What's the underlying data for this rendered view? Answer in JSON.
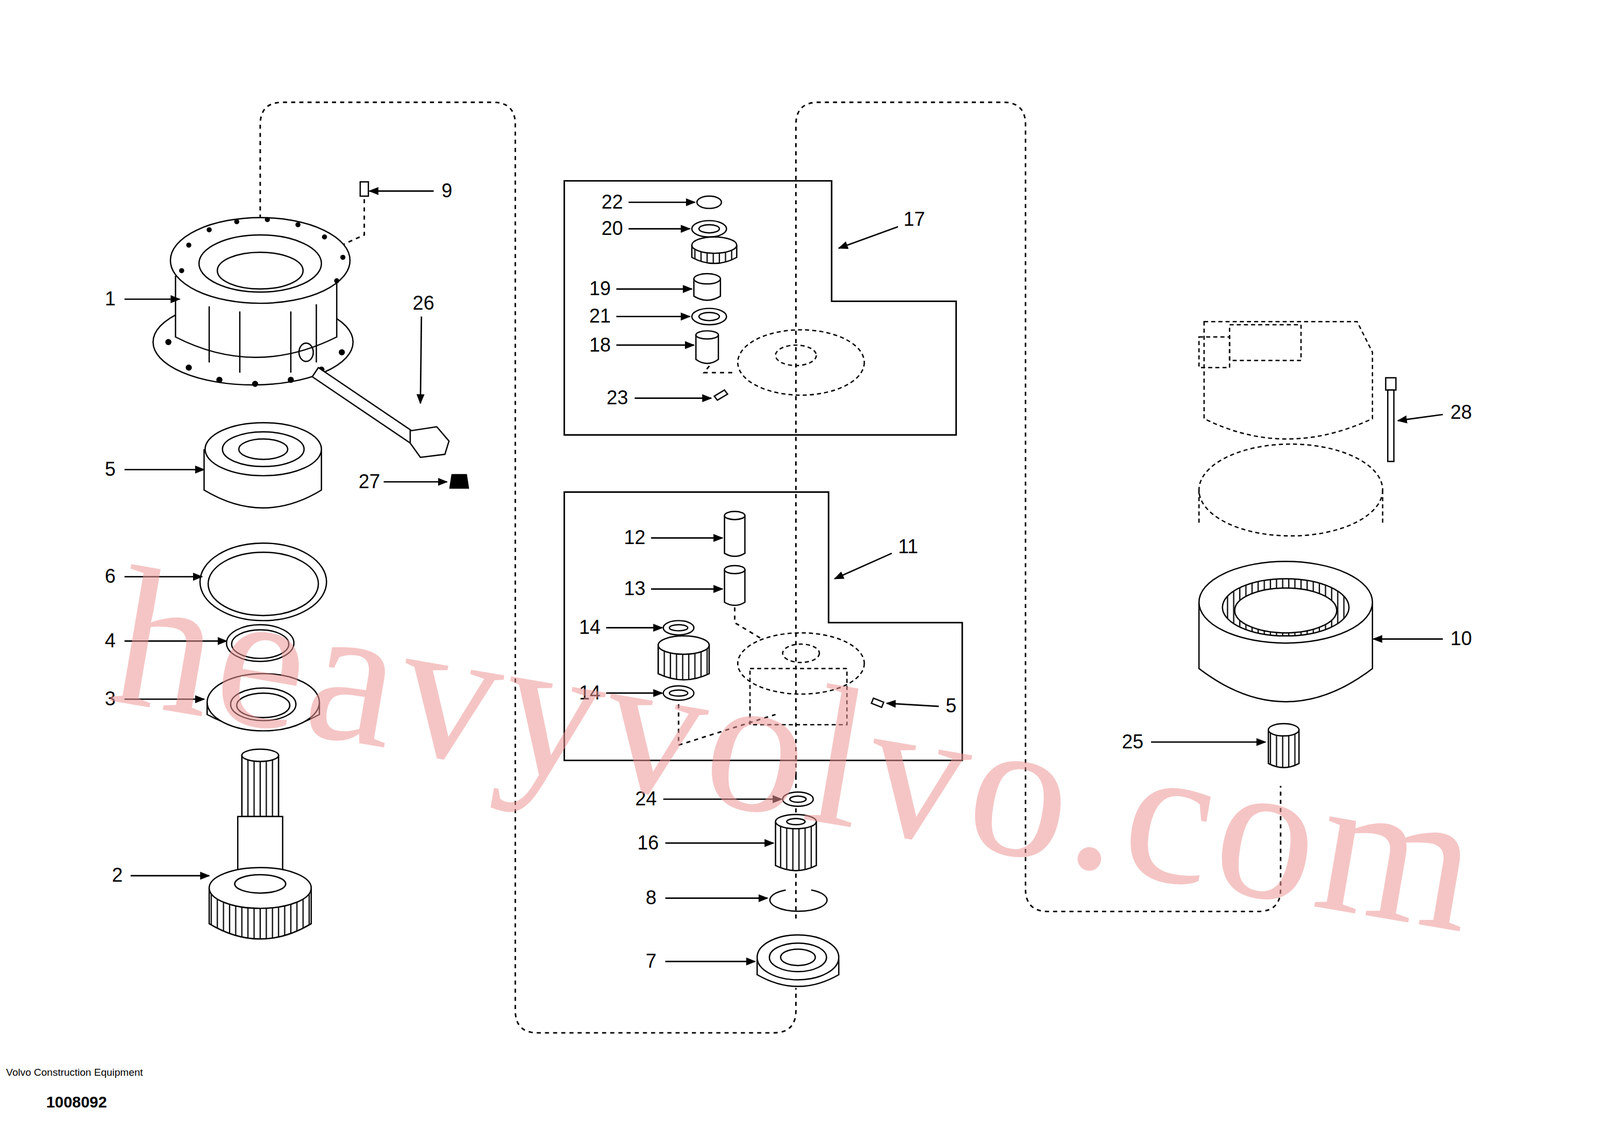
{
  "diagram": {
    "labels": [
      "9",
      "1",
      "26",
      "5",
      "27",
      "6",
      "4",
      "3",
      "2",
      "22",
      "20",
      "17",
      "19",
      "21",
      "18",
      "23",
      "12",
      "11",
      "13",
      "14",
      "14",
      "5",
      "24",
      "16",
      "8",
      "7",
      "28",
      "10",
      "25",
      "Volvo Construction Equipment",
      "1008092",
      "heavyvolvo.com"
    ]
  }
}
